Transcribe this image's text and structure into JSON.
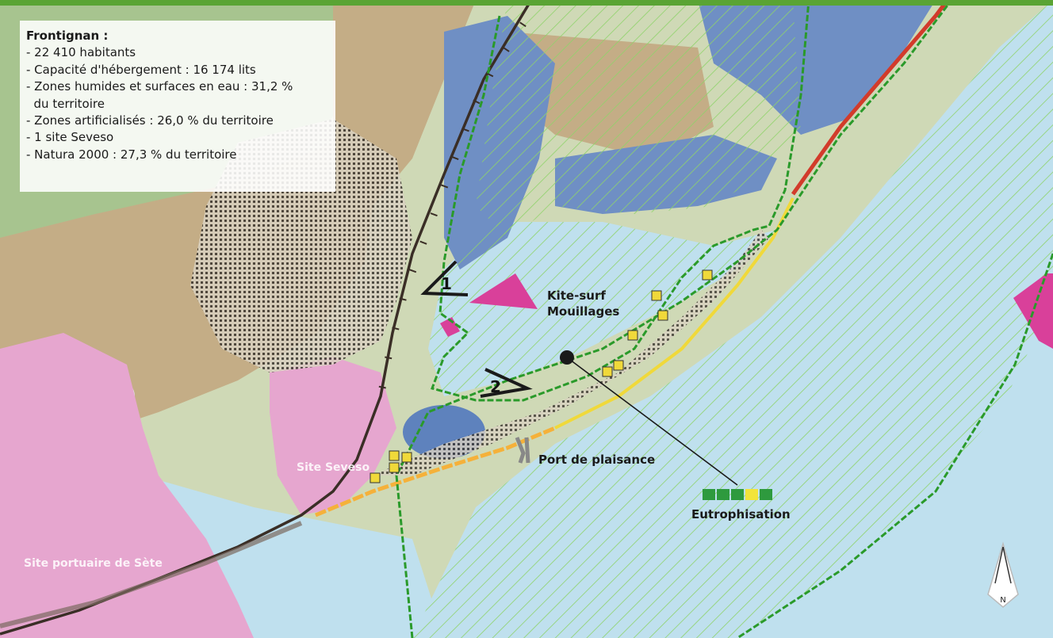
{
  "info": {
    "title": "Frontignan :",
    "lines": [
      "- 22 410 habitants",
      "- Capacité d'hébergement : 16 174 lits",
      "- Zones humides et surfaces en eau : 31,2 %",
      "  du territoire",
      "- Zones artificialisés : 26,0 % du territoire",
      "- 1 site Seveso",
      "- Natura 2000 : 27,3 % du territoire"
    ]
  },
  "labels": {
    "kite_surf": "Kite-surf",
    "mouillages": "Mouillages",
    "port_plaisance": "Port de plaisance",
    "eutrophisation": "Eutrophisation",
    "site_seveso": "Site Seveso",
    "site_portuaire": "Site portuaire de Sète",
    "compass_n": "N",
    "marker_1": "1",
    "marker_2": "2"
  },
  "eutrophisation_scale": [
    "#2e9a3e",
    "#2e9a3e",
    "#2e9a3e",
    "#f2e43a",
    "#2e9a3e"
  ],
  "colors": {
    "sea": "#bfe0ee",
    "lagoon": "#6f8fc4",
    "urban": "#e6a6cf",
    "natura_boundary": "#2a9a2a",
    "coast_orange": "#f5b13a",
    "coast_yellow": "#f0d93a",
    "coast_red": "#d23b2b",
    "kite_zone": "#d9409a"
  }
}
